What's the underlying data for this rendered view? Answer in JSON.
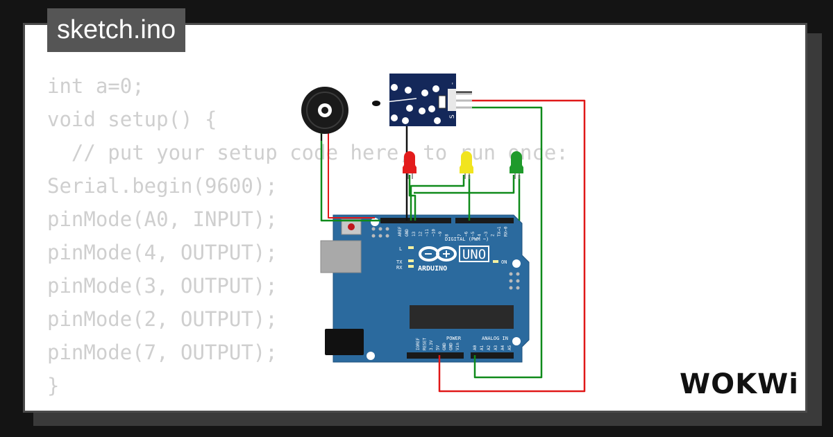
{
  "file_tab": {
    "label": "sketch.ino"
  },
  "code_lines": [
    "int a=0;",
    "void setup() {",
    "  // put your setup code here, to run once:",
    "Serial.begin(9600);",
    "pinMode(A0, INPUT);",
    "pinMode(4, OUTPUT);",
    "pinMode(3, OUTPUT);",
    "pinMode(2, OUTPUT);",
    "pinMode(7, OUTPUT);",
    "}"
  ],
  "board": {
    "brand": "ARDUINO",
    "model": "UNO",
    "digital_label": "DIGITAL (PWM ~)",
    "power_label": "POWER",
    "analog_label": "ANALOG IN",
    "aref": "AREF",
    "gnd": "GND",
    "digital_pins": [
      "13",
      "12",
      "~11",
      "~10",
      "~9",
      "8",
      "7",
      "~6",
      "~5",
      "4",
      "~3",
      "2",
      "TX→1",
      "RX←0"
    ],
    "power_pins": [
      "IOREF",
      "RESET",
      "3.3V",
      "5V",
      "GND",
      "GND",
      "Vin"
    ],
    "analog_pins": [
      "A0",
      "A1",
      "A2",
      "A3",
      "A4",
      "A5"
    ],
    "led_l": "L",
    "led_tx": "TX",
    "led_rx": "RX",
    "led_on": "ON"
  },
  "sensor": {
    "pin_s": "S",
    "pin_minus": "-"
  },
  "logo": {
    "text": "WOKWi"
  },
  "colors": {
    "board": "#2b6a9e",
    "wire_green": "#0f8a1a",
    "wire_red": "#e01818",
    "wire_black": "#111111",
    "sensor_pcb": "#14285a",
    "code_text": "#cfcfcf",
    "tab_bg": "#555555"
  }
}
